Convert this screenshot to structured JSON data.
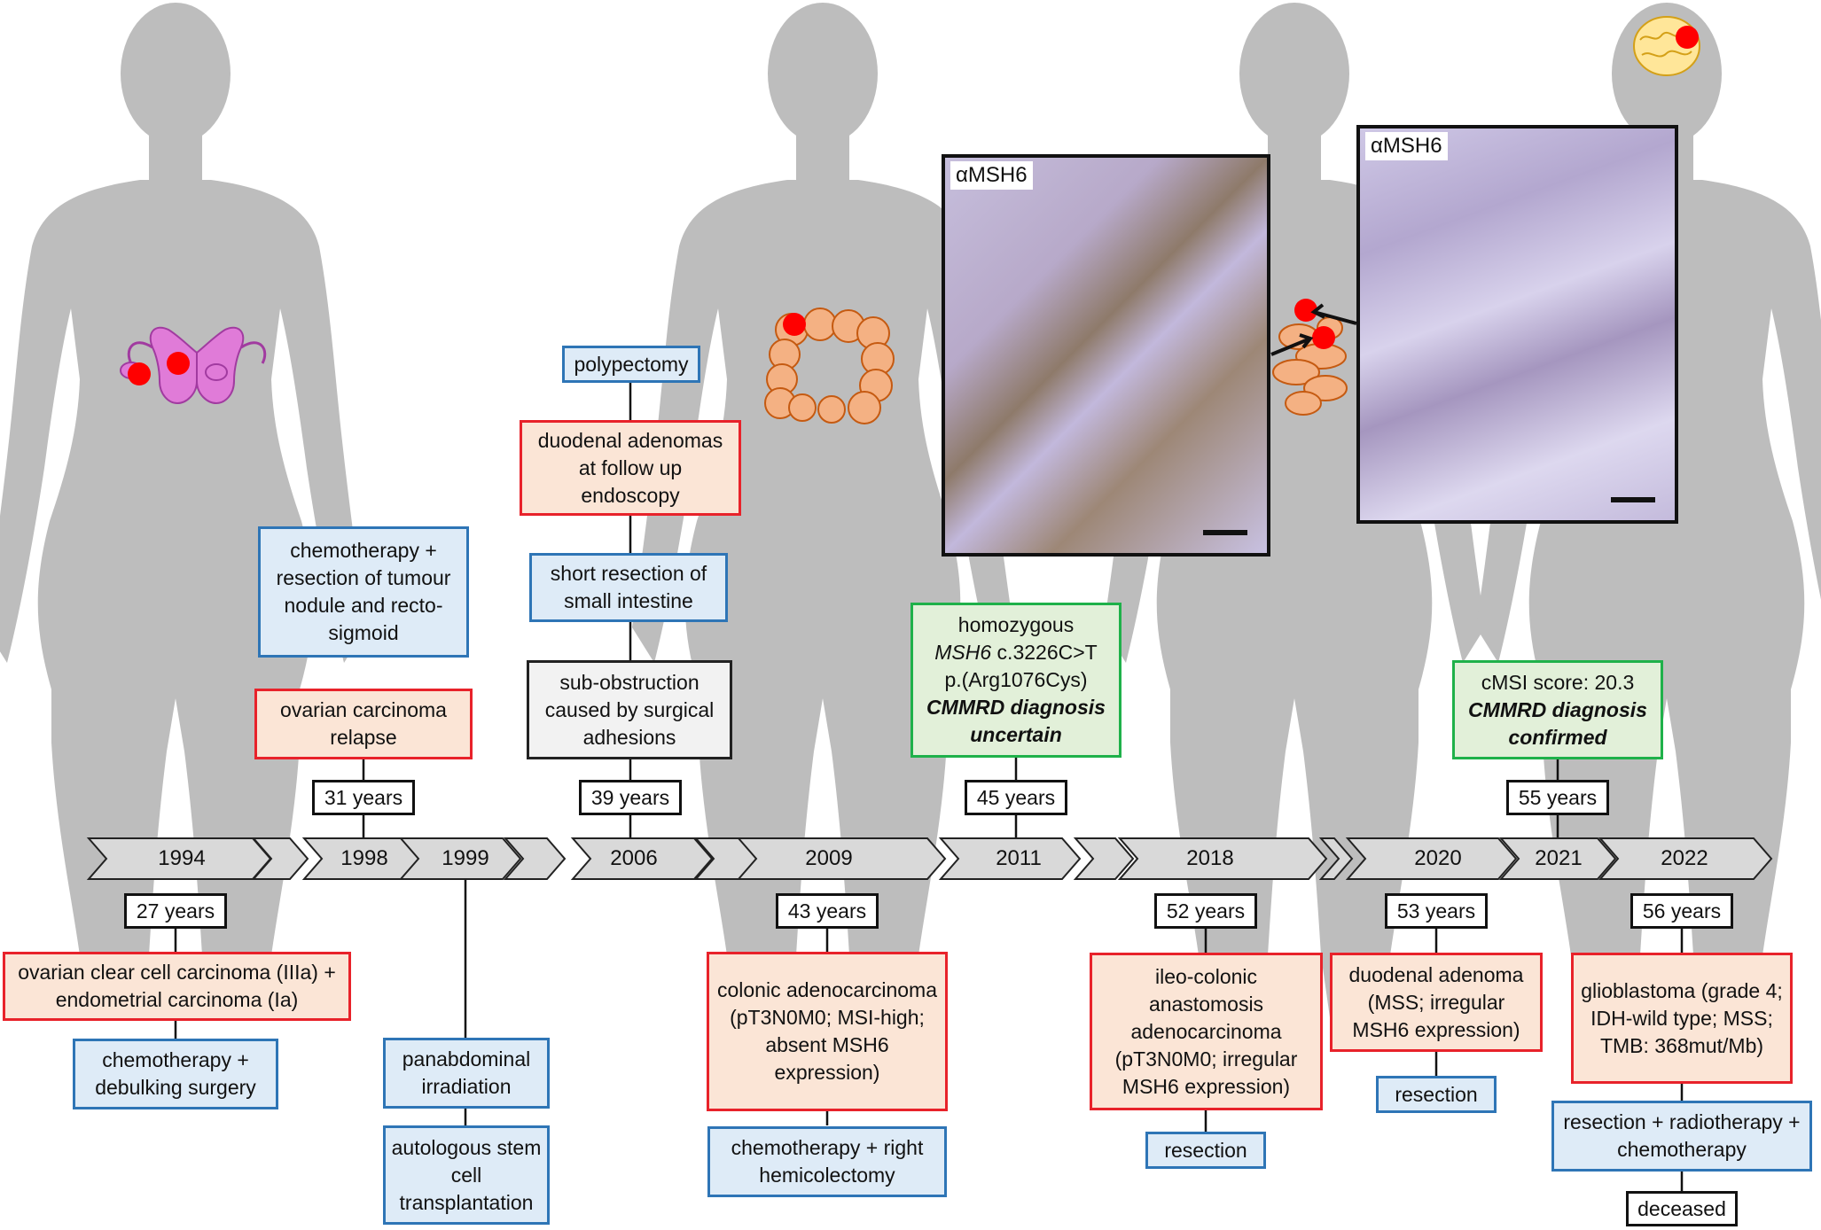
{
  "timeline_years": [
    "1994",
    "1998",
    "1999",
    "2006",
    "2009",
    "2011",
    "2018",
    "2020",
    "2021",
    "2022"
  ],
  "ages": {
    "a1994": "27 years",
    "a1998": "31 years",
    "a2006": "39 years",
    "a2009": "43 years",
    "a2011": "45 years",
    "a2018": "52 years",
    "a2020": "53 years",
    "a2021": "55 years",
    "a2022": "56 years"
  },
  "events": {
    "e1994_dx": "ovarian clear cell carcinoma (IIIa) + endometrial carcinoma (Ia)",
    "e1994_tx": "chemotherapy + debulking surgery",
    "e1998_relapse": "ovarian carcinoma relapse",
    "e1998_tx": "chemotherapy + resection of tumour nodule and recto-sigmoid",
    "e1999_irr": "panabdominal irradiation",
    "e1999_sct": "autologous stem cell transplantation",
    "e2006_subobs": "sub-obstruction caused by surgical adhesions",
    "e2006_resect": "short resection of small intestine",
    "e2006_adenomas": "duodenal adenomas at follow up endoscopy",
    "e2006_polyp": "polypectomy",
    "e2009_dx": "colonic adenocarcinoma (pT3N0M0; MSI-high; absent MSH6 expression)",
    "e2009_tx": "chemotherapy + right hemicolectomy",
    "e2011_l1": "homozygous",
    "e2011_gene": "MSH6",
    "e2011_var": " c.3226C>T",
    "e2011_l3": "p.(Arg1076Cys)",
    "e2011_l4": "CMMRD diagnosis uncertain",
    "e2018_dx": "ileo-colonic anastomosis adenocarcinoma (pT3N0M0; irregular MSH6 expression)",
    "e2018_tx": "resection",
    "e2020_dx": "duodenal adenoma (MSS; irregular MSH6 expression)",
    "e2020_tx": "resection",
    "e2021_l1": "cMSI score: 20.3",
    "e2021_l2": "CMMRD diagnosis confirmed",
    "e2022_dx": "glioblastoma (grade 4; IDH-wild type; MSS; TMB: 368mut/Mb)",
    "e2022_tx": "resection + radiotherapy + chemotherapy",
    "e2022_out": "deceased"
  },
  "panels": {
    "left_label": "αMSH6",
    "right_label": "αMSH6"
  },
  "colors": {
    "treatment_fill": "#deebf7",
    "treatment_border": "#2e75b6",
    "tumour_fill": "#fbe5d6",
    "tumour_border": "#e8222a",
    "genetic_fill": "#e2f0d9",
    "genetic_border": "#1fb14a",
    "other_fill": "#f2f2f2",
    "silhouette": "#bdbdbd",
    "timeline_arrow": "#d9d9d9"
  }
}
